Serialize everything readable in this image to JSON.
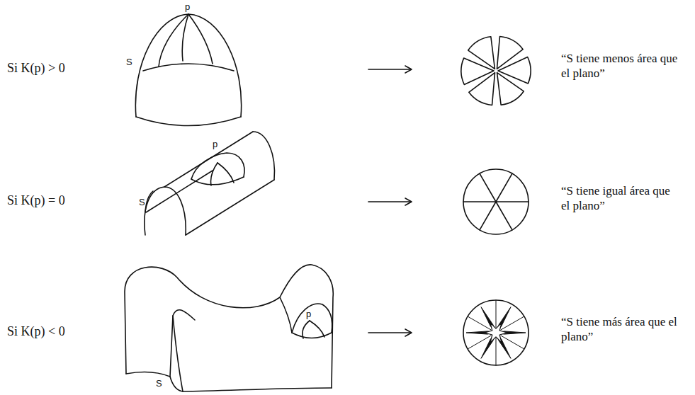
{
  "diagram": {
    "labels": [
      "Si K(p) > 0",
      "p",
      "S",
      "“S tiene menos área que el plano”",
      "Si K(p) = 0",
      "p",
      "S",
      "“S tiene igual área que el plano”",
      "Si K(p) < 0",
      "p",
      "S",
      "“S tiene más área que el plano”"
    ]
  }
}
